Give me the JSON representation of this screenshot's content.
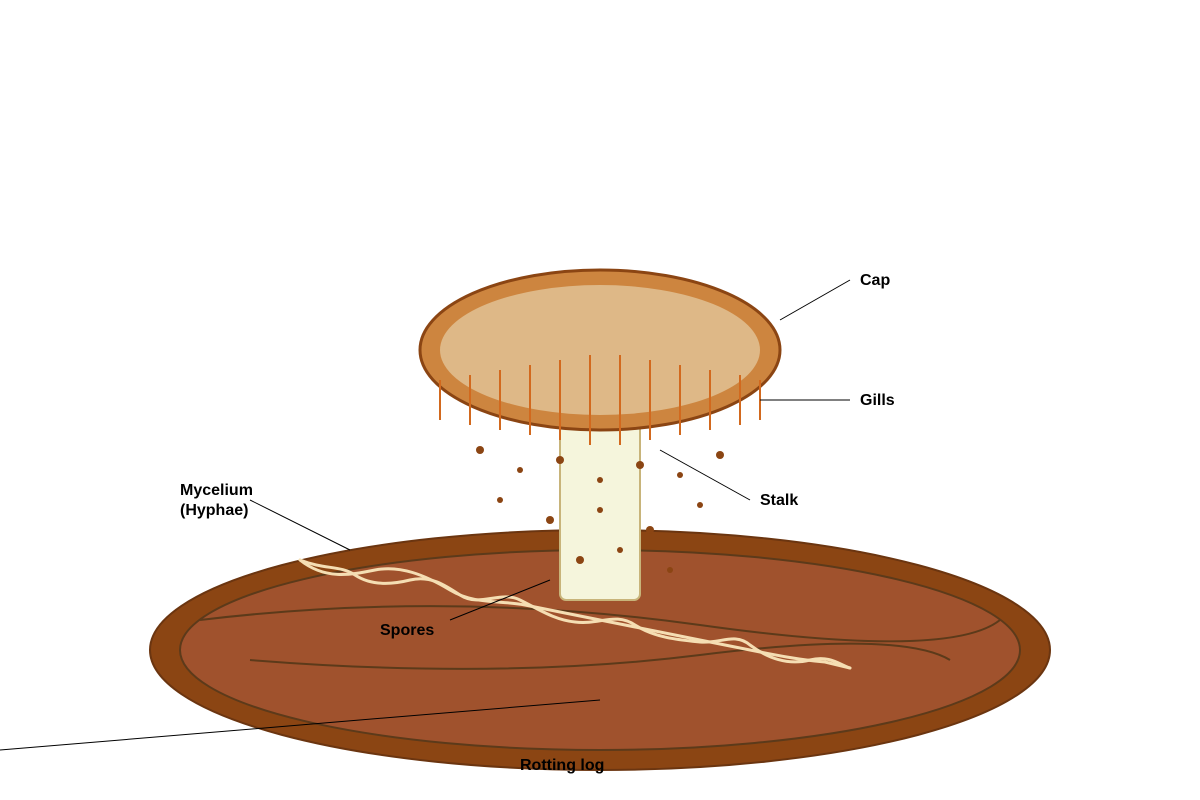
{
  "labels": {
    "cap": "Cap",
    "gills": "Gills",
    "stalk": "Stalk",
    "mycelium_line1": "Mycelium",
    "mycelium_line2": "(Hyphae)",
    "spores": "Spores",
    "rotting_log": "Rotting log"
  },
  "colors": {
    "background": "#ffffff",
    "log_outer": "#8b4513",
    "log_inner": "#a0522d",
    "log_grain": "#5c3a1a",
    "cap_rim": "#cd853f",
    "cap_underside": "#deb887",
    "cap_outline": "#8b4513",
    "gill_lines": "#d2691e",
    "stalk_fill": "#f5f5dc",
    "stalk_outline": "#c8b47a",
    "spores": "#8b4513",
    "hyphae": "#f5deb3",
    "leader_lines": "#000000"
  }
}
